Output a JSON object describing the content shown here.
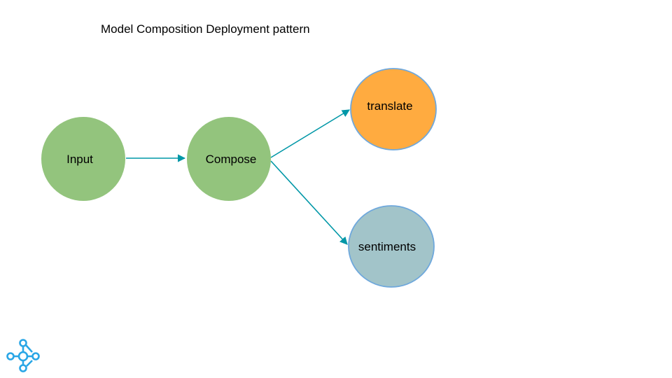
{
  "title": "Model Composition Deployment pattern",
  "nodes": {
    "input": {
      "label": "Input",
      "fill": "#93c47d"
    },
    "compose": {
      "label": "Compose",
      "fill": "#93c47d"
    },
    "translate": {
      "label": "translate",
      "fill": "#ffab40",
      "stroke": "#6fa8dc"
    },
    "sentiments": {
      "label": "sentiments",
      "fill": "#a2c4c9",
      "stroke": "#6fa8dc"
    }
  },
  "edges": [
    {
      "from": "input",
      "to": "compose"
    },
    {
      "from": "compose",
      "to": "translate"
    },
    {
      "from": "compose",
      "to": "sentiments"
    }
  ],
  "colors": {
    "arrow": "#0097a7",
    "logo": "#29a6e6"
  },
  "logo": {
    "icon": "pipeline-network-icon"
  }
}
